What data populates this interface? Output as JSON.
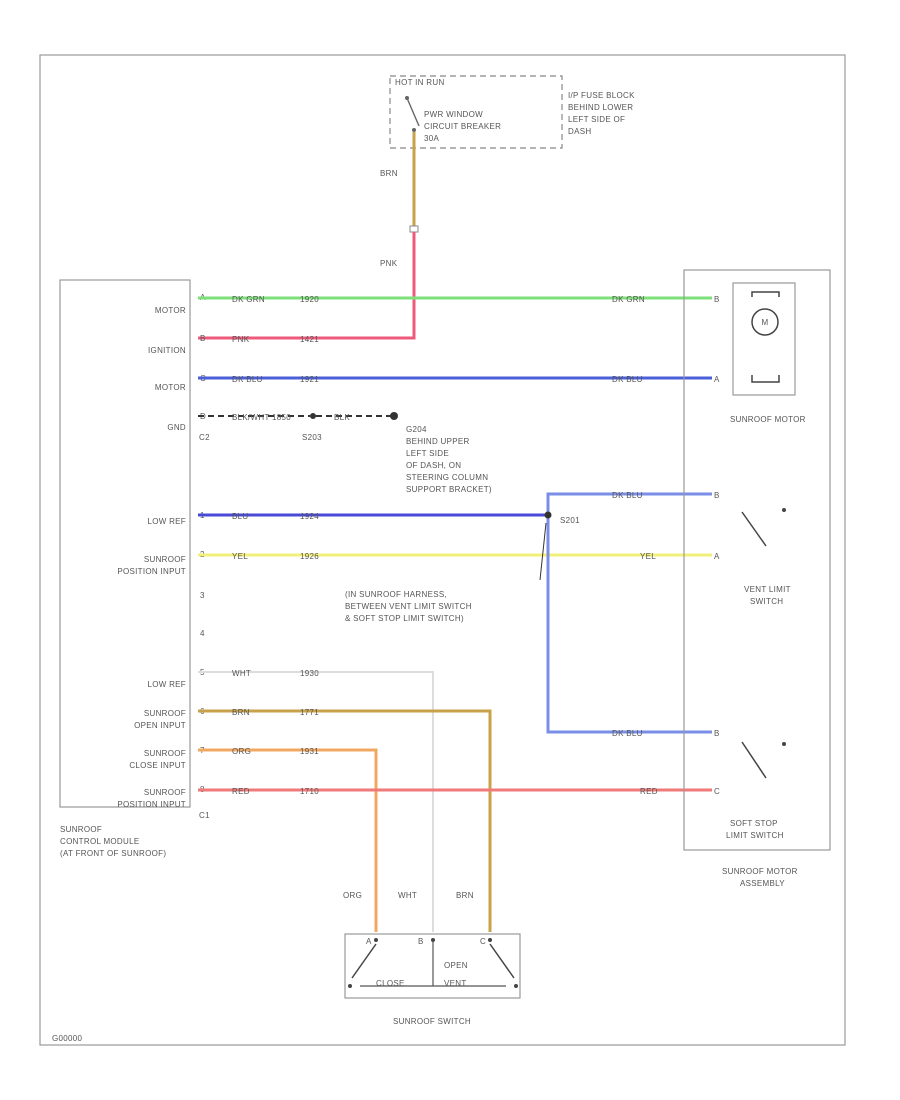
{
  "fuse": {
    "source": "HOT IN RUN",
    "name_1": "PWR WINDOW",
    "name_2": "CIRCUIT BREAKER",
    "name_3": "30A",
    "location_1": "I/P FUSE BLOCK",
    "location_2": "BEHIND LOWER",
    "location_3": "LEFT SIDE OF",
    "location_4": "DASH"
  },
  "feed": {
    "upper_color": "BRN",
    "lower_color": "PNK"
  },
  "module": {
    "label_1": "SUNROOF",
    "label_2": "CONTROL MODULE",
    "label_3": "(AT FRONT OF SUNROOF)",
    "connector_c2": "C2",
    "connector_c1": "C1"
  },
  "pins": [
    {
      "label": "MOTOR",
      "pin": "A",
      "color": "DK GRN",
      "circuit": "1920",
      "far_color": "DK GRN",
      "far_pin": "B",
      "hex": "#7ee07a"
    },
    {
      "label": "IGNITION",
      "pin": "B",
      "color": "PNK",
      "circuit": "1421",
      "hex": "#ee5a7a"
    },
    {
      "label": "MOTOR",
      "pin": "C",
      "color": "DK BLU",
      "circuit": "1921",
      "far_color": "DK BLU",
      "far_pin": "A",
      "hex": "#4a5fd8"
    },
    {
      "label": "GND",
      "pin": "D",
      "color": "BLK/WHT",
      "circuit": "1850",
      "hex": "#333333"
    },
    {
      "label": "LOW REF",
      "pin": "1",
      "color": "BLU",
      "circuit": "1924",
      "hex": "#4a4ad8"
    },
    {
      "label": "SUNROOF",
      "label2": "POSITION INPUT",
      "pin": "2",
      "color": "YEL",
      "circuit": "1926",
      "far_color": "YEL",
      "far_pin": "A",
      "hex": "#f2f07a"
    },
    {
      "label": "",
      "pin": "3"
    },
    {
      "label": "",
      "pin": "4"
    },
    {
      "label": "LOW REF",
      "pin": "5",
      "color": "WHT",
      "circuit": "1930",
      "hex": "#dddddd"
    },
    {
      "label": "SUNROOF",
      "label2": "OPEN INPUT",
      "pin": "6",
      "color": "BRN",
      "circuit": "1771",
      "hex": "#c8a24a"
    },
    {
      "label": "SUNROOF",
      "label2": "CLOSE INPUT",
      "pin": "7",
      "color": "ORG",
      "circuit": "1931",
      "hex": "#f0a860"
    },
    {
      "label": "SUNROOF",
      "label2": "POSITION INPUT",
      "pin": "8",
      "color": "RED",
      "circuit": "1710",
      "far_color": "RED",
      "far_pin": "C",
      "hex": "#f07a7a"
    }
  ],
  "ground": {
    "splice": "S203",
    "wire_color": "BLK",
    "location_1": "G204",
    "location_2": "BEHIND UPPER",
    "location_3": "LEFT SIDE",
    "location_4": "OF DASH, ON",
    "location_5": "STEERING COLUMN",
    "location_6": "SUPPORT BRACKET)"
  },
  "splice": {
    "name": "S201",
    "note_1": "(IN SUNROOF HARNESS,",
    "note_2": "BETWEEN VENT LIMIT SWITCH",
    "note_3": "& SOFT STOP LIMIT SWITCH)",
    "vent_color": "DK BLU",
    "vent_pin": "B",
    "soft_color": "DK BLU",
    "soft_pin": "B"
  },
  "motor_assembly": {
    "motor_label": "SUNROOF MOTOR",
    "motor_symbol": "M",
    "vent_label_1": "VENT LIMIT",
    "vent_label_2": "SWITCH",
    "soft_label_1": "SOFT STOP",
    "soft_label_2": "LIMIT SWITCH",
    "label_1": "SUNROOF MOTOR",
    "label_2": "ASSEMBLY"
  },
  "switch": {
    "label": "SUNROOF SWITCH",
    "wire_1": "ORG",
    "wire_2": "WHT",
    "wire_3": "BRN",
    "pin_a": "A",
    "pin_b": "B",
    "pin_c": "C",
    "close": "CLOSE",
    "open_1": "OPEN",
    "open_2": "VENT"
  },
  "footer_id": "G00000"
}
